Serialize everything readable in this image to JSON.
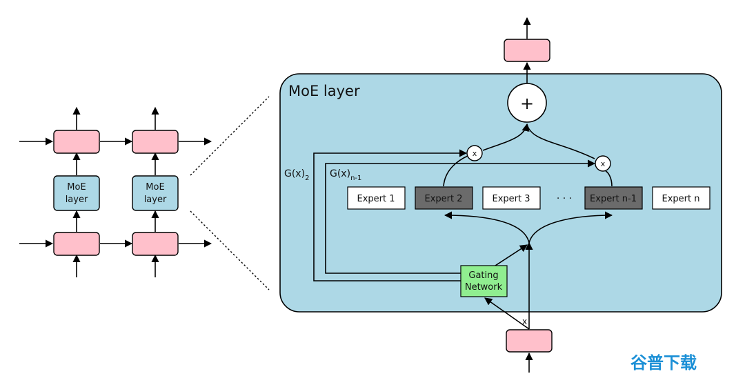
{
  "colors": {
    "pink": "#ffc0cb",
    "light_blue": "#add8e6",
    "green": "#90ee90",
    "dark_gray": "#6b6b6b",
    "white": "#ffffff",
    "black": "#000000",
    "watermark": "#1a8fd6"
  },
  "left_stack": {
    "moe_boxes": [
      {
        "line1": "MoE",
        "line2": "layer"
      },
      {
        "line1": "MoE",
        "line2": "layer"
      }
    ]
  },
  "moe_layer": {
    "title": "MoE layer",
    "plus_symbol": "+",
    "multiply_symbol": "x",
    "gate_label_left": {
      "base": "G(x)",
      "sub": "2"
    },
    "gate_label_right": {
      "base": "G(x)",
      "sub": "n-1"
    },
    "experts": [
      {
        "label": "Expert 1",
        "active": false
      },
      {
        "label": "Expert 2",
        "active": true
      },
      {
        "label": "Expert 3",
        "active": false
      },
      {
        "label": "Expert n-1",
        "active": true
      },
      {
        "label": "Expert n",
        "active": false
      }
    ],
    "ellipsis": "· · ·",
    "gating": {
      "line1": "Gating",
      "line2": "Network"
    },
    "input_label": "x"
  },
  "watermark": {
    "text": "谷普下载"
  }
}
